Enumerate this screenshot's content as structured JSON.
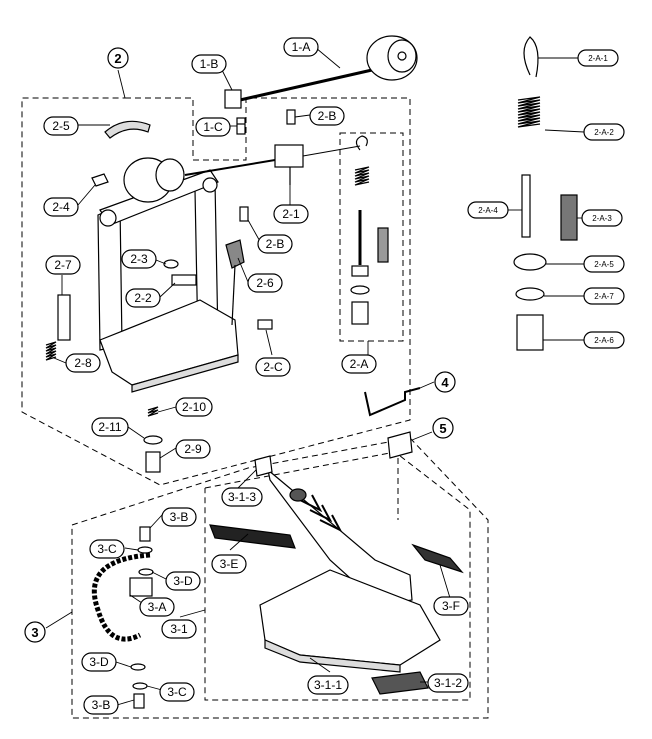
{
  "groups": {
    "g2": "2",
    "g3": "3",
    "g4": "4",
    "g5": "5"
  },
  "parts": {
    "p1A": "1-A",
    "p1B": "1-B",
    "p1C": "1-C",
    "p2_1": "2-1",
    "p2_2": "2-2",
    "p2_3": "2-3",
    "p2_4": "2-4",
    "p2_5": "2-5",
    "p2_6": "2-6",
    "p2_7": "2-7",
    "p2_8": "2-8",
    "p2_9": "2-9",
    "p2_10": "2-10",
    "p2_11": "2-11",
    "p2A": "2-A",
    "p2B_top": "2-B",
    "p2B_mid": "2-B",
    "p2C": "2-C",
    "p3A": "3-A",
    "p3B_top": "3-B",
    "p3B_bot": "3-B",
    "p3C_top": "3-C",
    "p3C_bot": "3-C",
    "p3D_top": "3-D",
    "p3D_bot": "3-D",
    "p3E": "3-E",
    "p3F": "3-F",
    "p3_1": "3-1",
    "p3_1_1": "3-1-1",
    "p3_1_2": "3-1-2",
    "p3_1_3": "3-1-3"
  },
  "spring_parts": {
    "s1": "2-A-1",
    "s2": "2-A-2",
    "s3": "2-A-3",
    "s4": "2-A-4",
    "s5": "2-A-5",
    "s6": "2-A-6",
    "s7": "2-A-7"
  },
  "colors": {
    "ink": "#000000",
    "paper": "#ffffff",
    "shade": "#bdbdbd"
  }
}
